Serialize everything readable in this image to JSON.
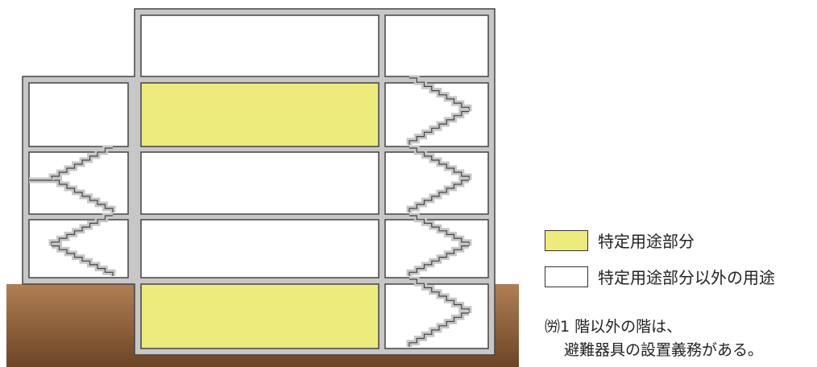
{
  "colors": {
    "wall": "#c7c7c7",
    "wall_outline": "#444444",
    "specific_use": "#eceb7c",
    "other_use": "#ffffff",
    "ground_top": "#b07f53",
    "ground_bottom": "#6c4526"
  },
  "legend": {
    "specific_use_label": "特定用途部分",
    "other_use_label": "特定用途部分以外の用途"
  },
  "note": {
    "line1": "㈸1 階以外の階は、",
    "line2": "避難器具の設置義務がある。"
  }
}
